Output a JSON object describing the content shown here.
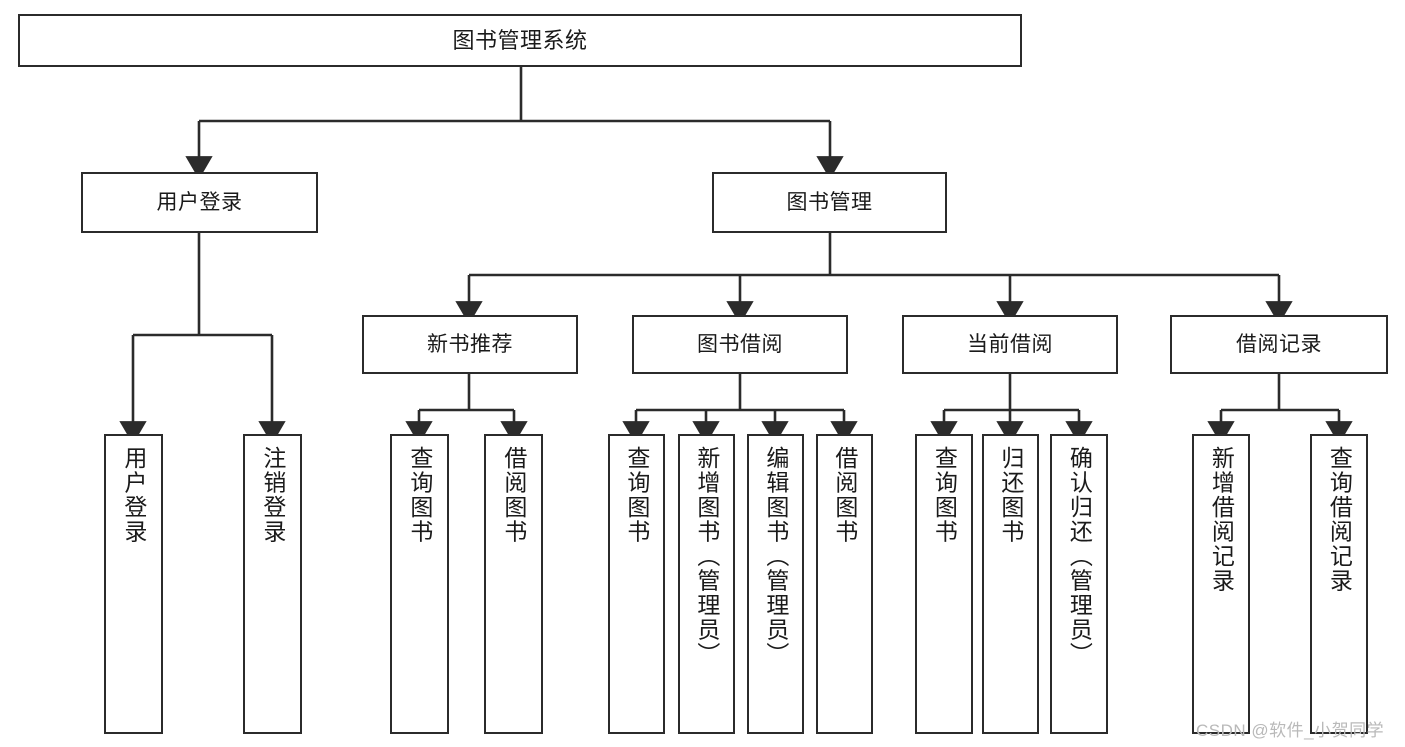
{
  "diagram": {
    "title": "图书管理系统",
    "type": "tree-hierarchy-diagram",
    "colors": {
      "stroke": "#2b2b2b",
      "fill": "#ffffff",
      "text": "#1a1a1a",
      "watermark": "#b9b9b9"
    },
    "nodes": {
      "root": {
        "label": "图书管理系统"
      },
      "level2": [
        {
          "label": "用户登录"
        },
        {
          "label": "图书管理"
        }
      ],
      "level3": [
        {
          "label": "新书推荐"
        },
        {
          "label": "图书借阅"
        },
        {
          "label": "当前借阅"
        },
        {
          "label": "借阅记录"
        }
      ],
      "leaves_user_login": [
        {
          "label": "用户登录"
        },
        {
          "label": "注销登录"
        }
      ],
      "leaves_new_book": [
        {
          "label": "查询图书"
        },
        {
          "label": "借阅图书"
        }
      ],
      "leaves_borrow": [
        {
          "label": "查询图书"
        },
        {
          "label": "新增图书（管理员）"
        },
        {
          "label": "编辑图书（管理员）"
        },
        {
          "label": "借阅图书"
        }
      ],
      "leaves_current": [
        {
          "label": "查询图书"
        },
        {
          "label": "归还图书"
        },
        {
          "label": "确认归还（管理员）"
        }
      ],
      "leaves_records": [
        {
          "label": "新增借阅记录"
        },
        {
          "label": "查询借阅记录"
        }
      ]
    },
    "watermark": "CSDN @软件_小贺同学"
  }
}
